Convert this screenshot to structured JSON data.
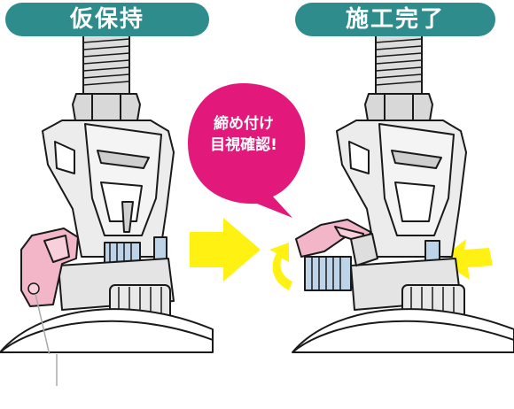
{
  "labels": {
    "temporary": "仮保持",
    "complete": "施工完了"
  },
  "bubble": {
    "line1": "締め付け",
    "line2": "目視確認!"
  },
  "colors": {
    "header_bg": "#2f8c8c",
    "bubble": "#e2197b",
    "arrow": "#fff212",
    "cap_pink": "#f2b6c8",
    "bolt_blue": "#bcd3e8",
    "metal": "#e6e6e6",
    "outline": "#1a1a1a"
  },
  "icons": [
    "arrow-right-icon",
    "rotate-arrow-icon",
    "push-arrow-icon"
  ]
}
